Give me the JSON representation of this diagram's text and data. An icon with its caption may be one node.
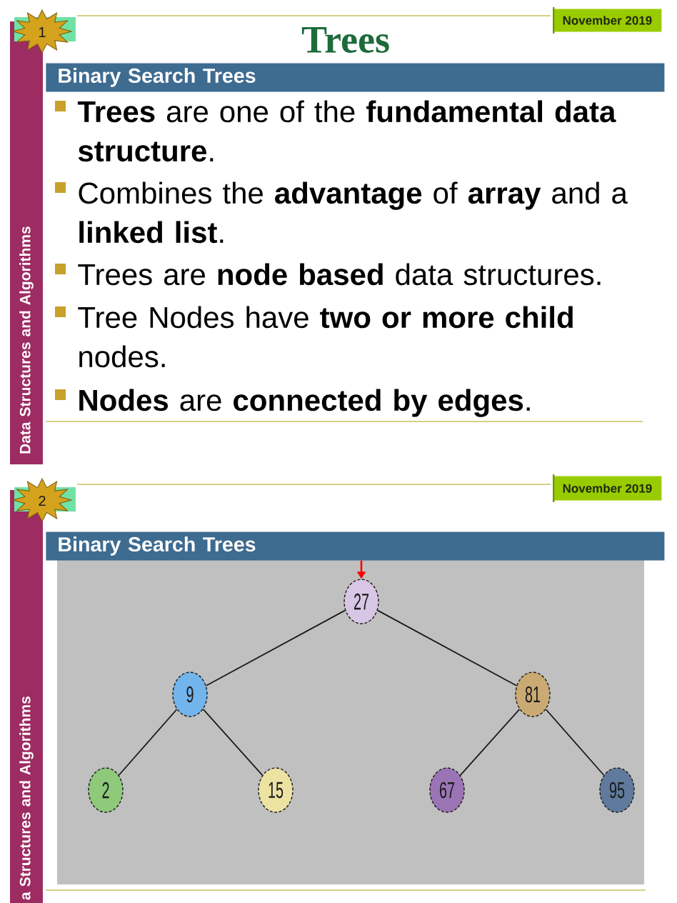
{
  "diagram": {
    "title": "Trees",
    "nodes": [
      {
        "text": [
          "1"
        ]
      },
      {
        "text": [
          "November 2019"
        ]
      },
      {
        "text": [
          "Data Structures and Algorithms"
        ]
      },
      {
        "text": [
          "Binary Search Trees"
        ]
      },
      {
        "text": [
          "2"
        ]
      },
      {
        "text": [
          "November 2019"
        ]
      },
      {
        "text": [
          "a Structures and Algorithms"
        ]
      },
      {
        "text": [
          "Binary Search Trees"
        ]
      },
      {
        "text": [
          "27"
        ]
      },
      {
        "text": [
          "9"
        ]
      },
      {
        "text": [
          "81"
        ]
      },
      {
        "text": [
          "2"
        ]
      },
      {
        "text": [
          "15"
        ]
      },
      {
        "text": [
          "67"
        ]
      },
      {
        "text": [
          "95"
        ]
      }
    ],
    "edges": [
      {
        "from": 7,
        "to": 8,
        "arrow": "to",
        "color": "#ff0000"
      },
      {
        "from": 8,
        "to": 9,
        "arrow": "none"
      },
      {
        "from": 8,
        "to": 10,
        "arrow": "none"
      },
      {
        "from": 9,
        "to": 11,
        "arrow": "none"
      },
      {
        "from": 9,
        "to": 12,
        "arrow": "none"
      },
      {
        "from": 10,
        "to": 13,
        "arrow": "none"
      },
      {
        "from": 10,
        "to": 14,
        "arrow": "none"
      }
    ],
    "labels": [
      "**Trees** are one of the **fundamental data structure**.",
      "Combines the **advantage** of **array** and a **linked list**.",
      "Trees are **node based** data structures.",
      "Tree Nodes have **two or more child** nodes.",
      "**Nodes** are **connected by edges**."
    ]
  }
}
